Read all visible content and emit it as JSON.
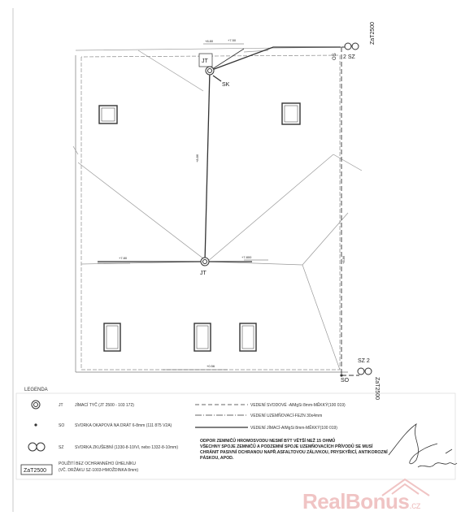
{
  "plan": {
    "labels": {
      "jt_top": "JT",
      "jt_center": "JT",
      "sk": "SK",
      "os": "OS",
      "so": "SO",
      "sz_top": "2 SZ",
      "sz_bottom": "SZ  2",
      "zat_top": "ZaT2500",
      "zat_bottom": "ZaT2500"
    },
    "dims": {
      "top_a": "+8.80",
      "top_b": "+7.50",
      "left_mid": "+7.80",
      "right_mid": "+7.800",
      "bottom": "+0.56",
      "vert_center": "+8.86",
      "vert_right": "+8.86"
    }
  },
  "legend": {
    "title": "LEGENDA",
    "rows": [
      {
        "code": "JT",
        "text": "JÍMACÍ TYČ (JT 2500 - 103 172)",
        "icon": "double-circle-icon"
      },
      {
        "code": "SO",
        "text": "SVORKA OKAPOVÁ NA DRÁT 6-8mm (111 875 V2A)",
        "icon": "dot-icon"
      },
      {
        "code": "SZ",
        "text": "SVORKA ZKUŠEBNÍ (1330-8-10/VI, nebo 1332-8-10mm)",
        "icon": "double-ring-icon"
      },
      {
        "code": "ZaT2500",
        "text": "POUŽITÍ BEZ OCHRANNÉHO ÚHELNÍKU",
        "text2": "(VČ. DRŽÁKU SZ-1003-HMOŽDINKA 8mm)",
        "icon": "box-label"
      }
    ],
    "lines": [
      {
        "text": "VEDENÍ SVODOVÉ -AlMgSi 8mm-MĚKKÝ(100 019)",
        "style": "dashed"
      },
      {
        "text": "VEDENÍ UZEMŇOVACÍ-FEZN 30x4mm",
        "style": "dash-dot"
      },
      {
        "text": "VEDENÍ JÍMACÍ-AlMgSi 8mm-MĚKKÝ(100 019)",
        "style": "solid"
      }
    ]
  },
  "note": {
    "lines": [
      "ODPOR ZEMNIČŮ HROMOSVODU NESMÍ BÝT VĚTŠÍ NEŽ 15 OHMŮ",
      "VŠECHNY SPOJE ZEMNIČŮ A PODZEMNÍ SPOJE UZEMŇOVACÍCH PŘÍVODŮ SE MUSÍ",
      "CHRÁNIT PASIVNÍ OCHRANOU NAPŘ.ASFALTOVOU ZÁLIVKOU, PRYSKYŘICÍ, ANTIKOROZNÍ",
      "PÁSKOU, APOD."
    ]
  },
  "watermark": {
    "real": "Real",
    "bonus": "Bonus",
    "domain": ".cz"
  },
  "colors": {
    "line": "#333333",
    "light_line": "#8a8a8a",
    "watermark": "#f0c4c4"
  }
}
